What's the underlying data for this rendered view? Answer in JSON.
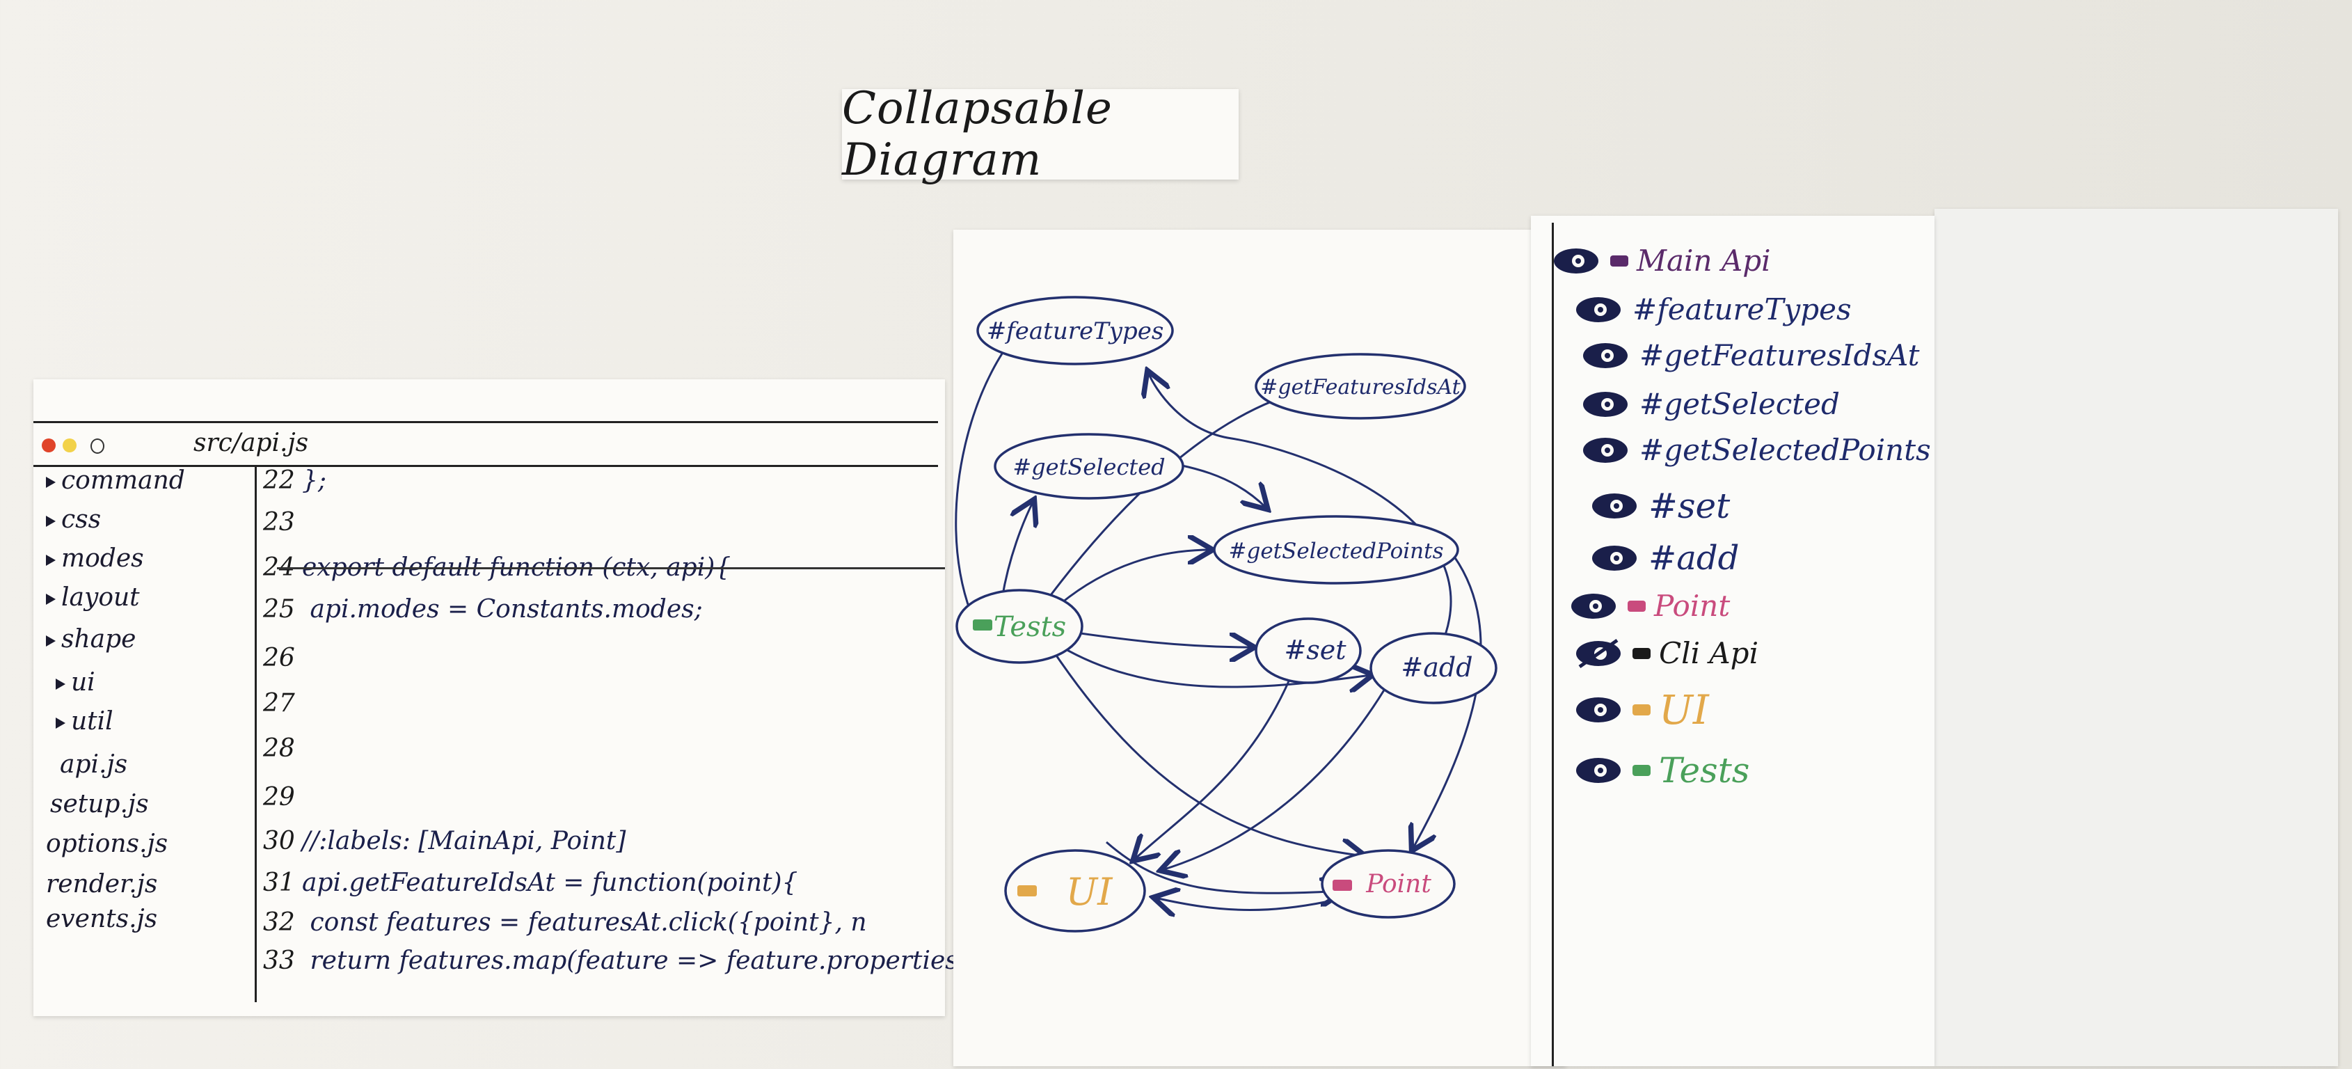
{
  "title": "Collapsable Diagram",
  "editor": {
    "file_title": "src/api.js",
    "sidebar": [
      {
        "label": "command",
        "folder": true
      },
      {
        "label": "css",
        "folder": true
      },
      {
        "label": "modes",
        "folder": true
      },
      {
        "label": "layout",
        "folder": true
      },
      {
        "label": "shape",
        "folder": true
      },
      {
        "label": "ui",
        "folder": true
      },
      {
        "label": "util",
        "folder": true
      },
      {
        "label": "api.js",
        "folder": false
      },
      {
        "label": "setup.js",
        "folder": false
      },
      {
        "label": "options.js",
        "folder": false
      },
      {
        "label": "render.js",
        "folder": false
      },
      {
        "label": "events.js",
        "folder": false
      }
    ],
    "code": [
      {
        "n": "22",
        "text": "};"
      },
      {
        "n": "23",
        "text": ""
      },
      {
        "n": "24",
        "text": "export default function (ctx, api){"
      },
      {
        "n": "25",
        "text": "  api.modes = Constants.modes;"
      },
      {
        "n": "26",
        "text": ""
      },
      {
        "n": "27",
        "text": ""
      },
      {
        "n": "28",
        "text": ""
      },
      {
        "n": "29",
        "text": ""
      },
      {
        "n": "30",
        "text": "//:labels: [MainApi, Point]"
      },
      {
        "n": "31",
        "text": "api.getFeatureIdsAt = function(point){"
      },
      {
        "n": "32",
        "text": "    const features = featuresAt.click({point}, n"
      },
      {
        "n": "33",
        "text": "    return features.map(feature => feature.properties"
      }
    ]
  },
  "diagram": {
    "nodes": {
      "featureTypes": "#featureTypes",
      "getFeaturesIdsAt": "#getFeaturesIdsAt",
      "getSelected": "#getSelected",
      "getSelectedPoints": "#getSelectedPoints",
      "tests": "Tests",
      "set": "#set",
      "add": "#add",
      "ui": "UI",
      "point": "Point"
    }
  },
  "tree": {
    "items": [
      {
        "label": "Main Api",
        "color": "#5a2a6a",
        "indent": 0
      },
      {
        "label": "#featureTypes",
        "color": "#1e2a6b",
        "indent": 1
      },
      {
        "label": "#getFeaturesIdsAt",
        "color": "#1e2a6b",
        "indent": 1
      },
      {
        "label": "#getSelected",
        "color": "#1e2a6b",
        "indent": 1
      },
      {
        "label": "#getSelectedPoints",
        "color": "#1e2a6b",
        "indent": 1
      },
      {
        "label": "#set",
        "color": "#1e2a6b",
        "indent": 1
      },
      {
        "label": "#add",
        "color": "#1e2a6b",
        "indent": 1
      },
      {
        "label": "Point",
        "color": "#c94b7d",
        "indent": 0
      },
      {
        "label": "Cli Api",
        "color": "#1a1a1a",
        "indent": 0
      },
      {
        "label": "UI",
        "color": "#e2a84a",
        "indent": 0
      },
      {
        "label": "Tests",
        "color": "#4aa05a",
        "indent": 0
      }
    ]
  }
}
